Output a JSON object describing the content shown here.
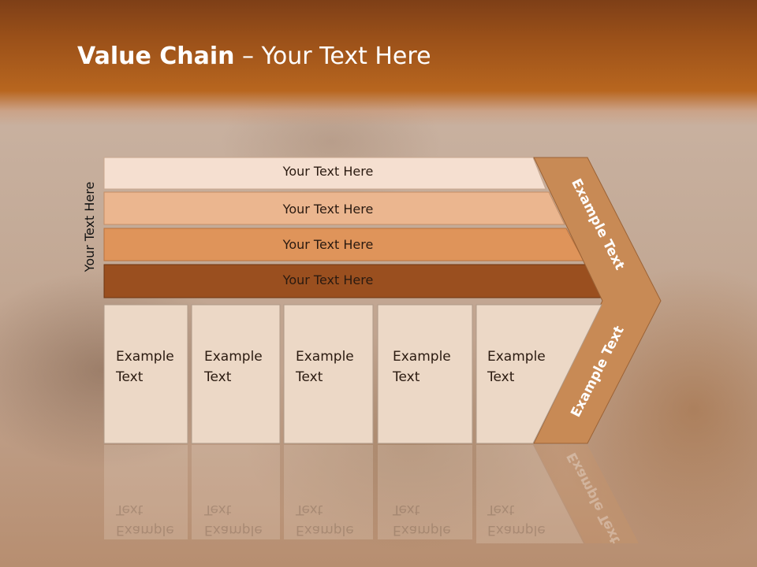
{
  "slide": {
    "title_bold": "Value Chain",
    "title_rest": " – Your Text Here",
    "vertical_label": "Your Text Here",
    "bars": [
      {
        "label": "Your Text Here",
        "color": "#f5dfd0"
      },
      {
        "label": "Your Text Here",
        "color": "#ebb68f"
      },
      {
        "label": "Your Text Here",
        "color": "#df945a"
      },
      {
        "label": "Your Text Here",
        "color": "#9a4f1f"
      }
    ],
    "boxes": [
      {
        "line1": "Example",
        "line2": "Text"
      },
      {
        "line1": "Example",
        "line2": "Text"
      },
      {
        "line1": "Example",
        "line2": "Text"
      },
      {
        "line1": "Example",
        "line2": "Text"
      },
      {
        "line1": "Example",
        "line2": "Text"
      }
    ],
    "chevron": {
      "upper_label": "Example Text",
      "lower_label": "Example Text",
      "color": "#c88a55"
    },
    "colors": {
      "header": "#9a5019",
      "box_fill": "#ecd8c6",
      "box_border": "#b09a88"
    }
  }
}
